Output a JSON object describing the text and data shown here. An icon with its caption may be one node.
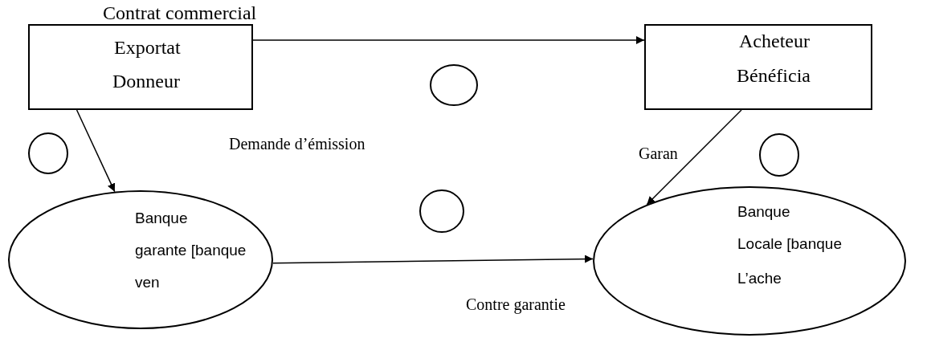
{
  "diagram": {
    "nodes": [
      {
        "text": [
          "Exportat",
          "Donneur"
        ]
      },
      {
        "text": [
          "Acheteur",
          "Bénéficia"
        ]
      },
      {
        "text": [],
        "shape": "circle"
      },
      {
        "text": [],
        "shape": "circle"
      },
      {
        "text": [],
        "shape": "circle"
      },
      {
        "text": [],
        "shape": "circle"
      },
      {
        "text": [
          "Banque",
          "garante [banque",
          "ven"
        ]
      },
      {
        "text": [
          "Banque",
          "Locale [banque",
          "L’ache"
        ]
      }
    ],
    "edges": [
      {
        "from": 0,
        "to": 1,
        "arrow": "to"
      },
      {
        "from": 0,
        "to": 6,
        "arrow": "to"
      },
      {
        "from": 1,
        "to": 7,
        "arrow": "to"
      },
      {
        "from": 6,
        "to": 7,
        "arrow": "to"
      }
    ],
    "labels": [
      "Contrat commercial",
      "Demande d’émission",
      "Garan",
      "Contre garantie"
    ]
  }
}
